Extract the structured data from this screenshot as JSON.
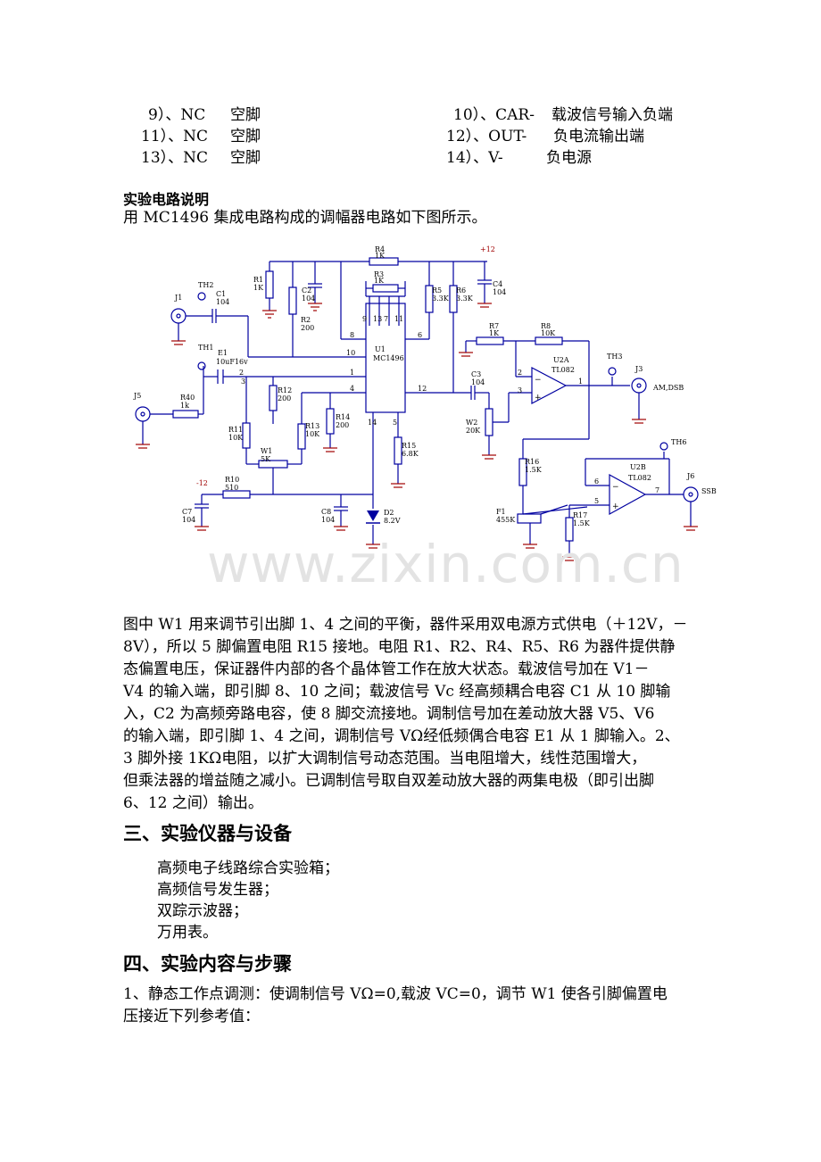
{
  "pins": [
    {
      "num": "9）、",
      "name": "NC",
      "desc": "空脚"
    },
    {
      "num": "10）、",
      "name": "CAR-",
      "desc": "载波信号输入负端"
    },
    {
      "num": "11）、",
      "name": "NC",
      "desc": "空脚"
    },
    {
      "num": "12）、",
      "name": "OUT-",
      "desc": "负电流输出端"
    },
    {
      "num": "13）、",
      "name": "NC",
      "desc": "空脚"
    },
    {
      "num": "14）、",
      "name": "V-",
      "desc": "负电源"
    }
  ],
  "circuit_heading": "实验电路说明",
  "circuit_intro": "用 MC1496 集成电路构成的调幅器电路如下图所示。",
  "schematic": {
    "chip_name": "U1",
    "chip_model": "MC1496",
    "labels": {
      "R4": "R4",
      "R4v": "1K",
      "R3": "R3",
      "R3v": "1K",
      "R1": "R1",
      "R1v": "1K",
      "R2": "R2",
      "R2v": "200",
      "C2": "C2",
      "C2v": "104",
      "C4": "C4",
      "C4v": "104",
      "R5": "R5",
      "R5v": "3.3K",
      "R6": "R6",
      "R6v": "3.3K",
      "plus12": "+12",
      "TH2": "TH2",
      "J1": "J1",
      "C1": "C1",
      "C1v": "104",
      "TH1": "TH1",
      "E1": "E1",
      "E1v": "10uF16v",
      "J5": "J5",
      "R40": "R40",
      "R40v": "1k",
      "R12": "R12",
      "R12v": "200",
      "R11": "R11",
      "R11v": "10K",
      "R13": "R13",
      "R13v": "10K",
      "R14": "R14",
      "R14v": "200",
      "W1": "W1",
      "W1v": "5K",
      "R10": "R10",
      "R10v": "510",
      "minus12": "-12",
      "C7": "C7",
      "C7v": "104",
      "C8": "C8",
      "C8v": "104",
      "D2": "D2",
      "D2v": "8.2V",
      "R15": "R15",
      "R15v": "6.8K",
      "R7": "R7",
      "R7v": "1K",
      "R8": "R8",
      "R8v": "10K",
      "U2A": "U2A",
      "TL1": "TL082",
      "TH3": "TH3",
      "J3": "J3",
      "AMDSB": "AM,DSB",
      "C3": "C3",
      "C3v": "104",
      "W2": "W2",
      "W2v": "20K",
      "R16": "R16",
      "R16v": "1.5K",
      "TH6": "TH6",
      "U2B": "U2B",
      "TL2": "TL082",
      "J6": "J6",
      "SSB": "SSB",
      "F1": "F1",
      "F1v": "455K",
      "R17": "R17",
      "R17v": "1.5K",
      "p8": "8",
      "p10": "10",
      "p1": "1",
      "p2": "2",
      "p3": "3",
      "p4": "4",
      "p5": "5",
      "p6": "6",
      "p12": "12",
      "p14": "14",
      "p9": "9",
      "p13": "13",
      "p7": "7",
      "p11": "11",
      "a2": "2",
      "a3": "3",
      "a1": "1",
      "b6": "6",
      "b5": "5",
      "b7": "7"
    }
  },
  "watermark": "www.zixin.com.cn",
  "description_lines": [
    "图中 W1 用来调节引出脚 1、4 之间的平衡，器件采用双电源方式供电（＋12V，－",
    "8V），所以 5 脚偏置电阻 R15 接地。电阻 R1、R2、R4、R5、R6 为器件提供静",
    "态偏置电压，保证器件内部的各个晶体管工作在放大状态。载波信号加在 V1－",
    "V4 的输入端，即引脚 8、10 之间；载波信号 Vc 经高频耦合电容 C1 从 10 脚输",
    "入，C2 为高频旁路电容，使 8 脚交流接地。调制信号加在差动放大器 V5、V6",
    "的输入端，即引脚 1、4 之间，调制信号 VΩ经低频偶合电容 E1 从 1 脚输入。2、",
    "3 脚外接 1KΩ电阻，以扩大调制信号动态范围。当电阻增大，线性范围增大，",
    "但乘法器的增益随之减小。已调制信号取自双差动放大器的两集电极（即引出脚",
    "6、12 之间）输出。"
  ],
  "section3": {
    "title": "三、实验仪器与设备",
    "items": [
      "高频电子线路综合实验箱；",
      "高频信号发生器；",
      "双踪示波器；",
      "万用表。"
    ]
  },
  "section4": {
    "title": "四、实验内容与步骤",
    "lines": [
      "1、静态工作点调测：使调制信号 VΩ=0,载波 VC=0，调节 W1 使各引脚偏置电",
      "压接近下列参考值："
    ]
  }
}
